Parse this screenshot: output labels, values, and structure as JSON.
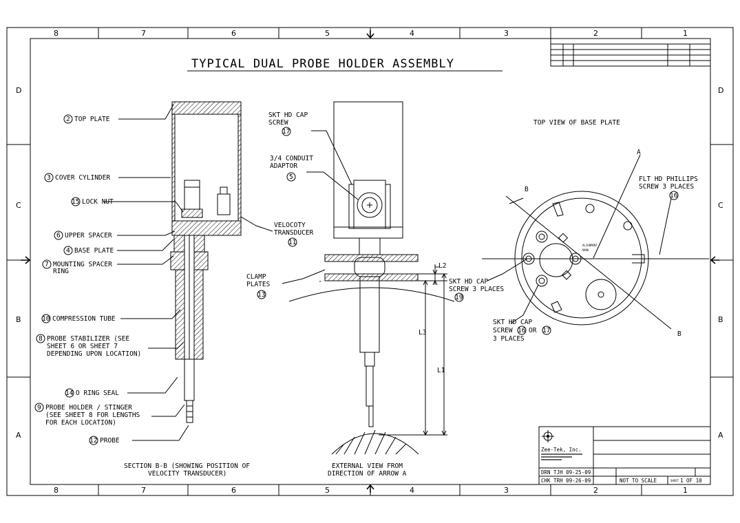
{
  "title": "TYPICAL DUAL PROBE HOLDER ASSEMBLY",
  "border": {
    "columns": [
      "8",
      "7",
      "6",
      "5",
      "4",
      "3",
      "2",
      "1"
    ],
    "rows": [
      "D",
      "C",
      "B",
      "A"
    ]
  },
  "section_view": {
    "caption_line1": "SECTION B-B (SHOWING POSITION OF",
    "caption_line2": "VELOCITY TRANSDUCER)",
    "callouts": {
      "top_plate": {
        "num": "2",
        "text": "TOP PLATE"
      },
      "cover_cylinder": {
        "num": "3",
        "text": "COVER CYLINDER"
      },
      "lock_nut": {
        "num": "15",
        "text": "LOCK NUT"
      },
      "upper_spacer": {
        "num": "6",
        "text": "UPPER SPACER"
      },
      "base_plate": {
        "num": "4",
        "text": "BASE PLATE"
      },
      "mounting_spacer_line1": {
        "num": "7",
        "text": "MOUNTING SPACER"
      },
      "mounting_spacer_line2": "RING",
      "compression_tube": {
        "num": "10",
        "text": "COMPRESSION TUBE"
      },
      "probe_stabilizer_line1": {
        "num": "8",
        "text": "PROBE STABILIZER (SEE"
      },
      "probe_stabilizer_line2": "SHEET 6 OR SHEET 7",
      "probe_stabilizer_line3": "DEPENDING UPON LOCATION)",
      "o_ring": {
        "num": "14",
        "text": "O RING SEAL"
      },
      "probe_holder_line1": {
        "num": "9",
        "text": "PROBE HOLDER / STINGER"
      },
      "probe_holder_line2": "(SEE SHEET 8 FOR LENGTHS",
      "probe_holder_line3": "FOR EACH LOCATION)",
      "probe": {
        "num": "12",
        "text": "PROBE"
      },
      "velocity_transducer_line1": "VELOCOTY",
      "velocity_transducer_line2": "TRANSDUCER",
      "velocity_transducer_num": "11"
    }
  },
  "external_view": {
    "caption_line1": "EXTERNAL VIEW FROM",
    "caption_line2": "DIRECTION OF ARROW A",
    "callouts": {
      "cap_screw_line1": "SKT HD CAP",
      "cap_screw_line2": "SCREW",
      "cap_screw_num": "17",
      "conduit_line1": "3/4 CONDUIT",
      "conduit_line2": "ADAPTOR",
      "conduit_num": "5",
      "clamp_line1": "CLAMP",
      "clamp_line2": "PLATES",
      "clamp_num": "13",
      "dim_l1": "L1",
      "dim_l2": "L2",
      "dim_l3": "L3"
    }
  },
  "top_view": {
    "caption": "TOP VIEW OF BASE PLATE",
    "label_a": "A",
    "label_b1": "B",
    "label_b2": "B",
    "flt_line1": "FLT HD PHILLIPS",
    "flt_line2": "SCREW 3 PLACES",
    "flt_num": "16",
    "skt3_line1": "SKT HD CAP",
    "skt3_line2": "SCREW 3 PLACES",
    "skt3_num": "19",
    "skt_line1": "SKT HD CAP",
    "skt_line2_pre": "SCREW",
    "skt_num_a": "16",
    "skt_or": "OR",
    "skt_num_b": "17",
    "skt_line3": "3 PLACES",
    "align_line1": "ALIGNMENT",
    "align_line2": "MARK"
  },
  "title_block": {
    "company": "Zee-Tek, Inc.",
    "drawn": "DRN TJH 09-25-09",
    "checked": "CHK TRH 09-26-09",
    "scale": "NOT TO SCALE",
    "sheet_label": "SHEET",
    "sheet": "1 OF 10"
  }
}
